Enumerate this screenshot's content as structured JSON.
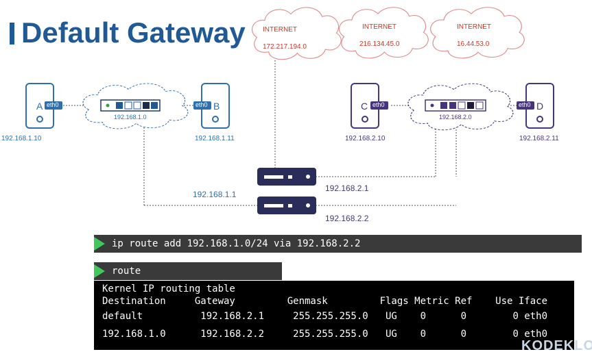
{
  "title": "Default Gateway",
  "clouds": [
    {
      "label": "INTERNET",
      "ip": "172.217.194.0"
    },
    {
      "label": "INTERNET",
      "ip": "216.134.45.0"
    },
    {
      "label": "INTERNET",
      "ip": "16.44.53.0"
    }
  ],
  "hosts": {
    "a": {
      "letter": "A",
      "iface": "eth0",
      "ip": "192.168.1.10"
    },
    "b": {
      "letter": "B",
      "iface": "eth0",
      "ip": "192.168.1.11"
    },
    "c": {
      "letter": "C",
      "iface": "eth0",
      "ip": "192.168.2.10"
    },
    "d": {
      "letter": "D",
      "iface": "eth0",
      "ip": "192.168.2.11"
    }
  },
  "switches": {
    "left": {
      "label": "192.168.1.0"
    },
    "right": {
      "label": "192.168.2.0"
    }
  },
  "router": {
    "ip_left": "192.168.1.1",
    "ip_top": "192.168.2.1",
    "ip_bottom": "192.168.2.2"
  },
  "commands": {
    "ip_route": "ip route add 192.168.1.0/24 via 192.168.2.2",
    "route": "route"
  },
  "routing_table": {
    "title": "Kernel IP routing table",
    "header": "Destination     Gateway         Genmask         Flags Metric Ref    Use Iface",
    "rows": [
      "default          192.168.2.1     255.255.255.0   UG    0      0        0 eth0",
      "192.168.1.0      192.168.2.2     255.255.255.0   UG    0      0        0 eth0"
    ]
  },
  "watermark": "KODEKLOUD",
  "colors": {
    "blue": "#2f6fad",
    "purple": "#46357a",
    "terminal": "#000000",
    "command_bar": "#3a3a3a",
    "play": "#3ec95a"
  }
}
